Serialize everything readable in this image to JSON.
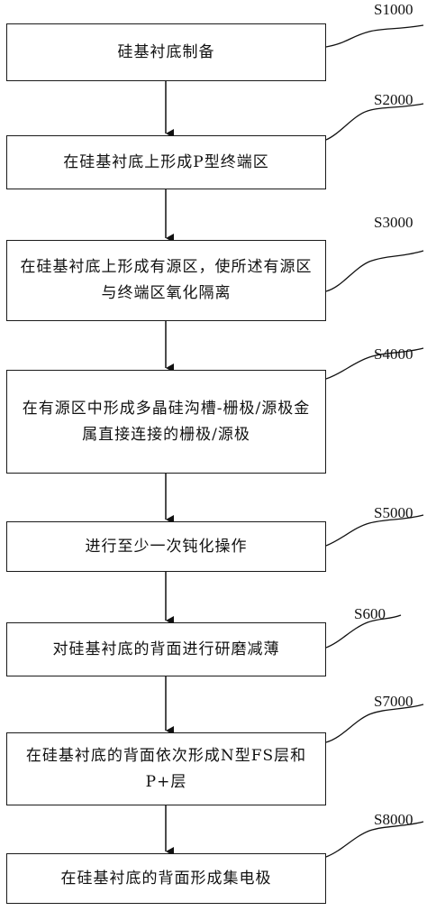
{
  "steps": [
    {
      "label": "S1000",
      "text": "硅基衬底制备"
    },
    {
      "label": "S2000",
      "text": "在硅基衬底上形成P型终端区"
    },
    {
      "label": "S3000",
      "text": "在硅基衬底上形成有源区，使所述有源区与终端区氧化隔离"
    },
    {
      "label": "S4000",
      "text": "在有源区中形成多晶硅沟槽-栅极/源极金属直接连接的栅极/源极"
    },
    {
      "label": "S5000",
      "text": "进行至少一次钝化操作"
    },
    {
      "label": "S600",
      "text": "对硅基衬底的背面进行研磨减薄"
    },
    {
      "label": "S7000",
      "text": "在硅基衬底的背面依次形成N型FS层和P+层"
    },
    {
      "label": "S8000",
      "text": "在硅基衬底的背面形成集电极"
    }
  ]
}
